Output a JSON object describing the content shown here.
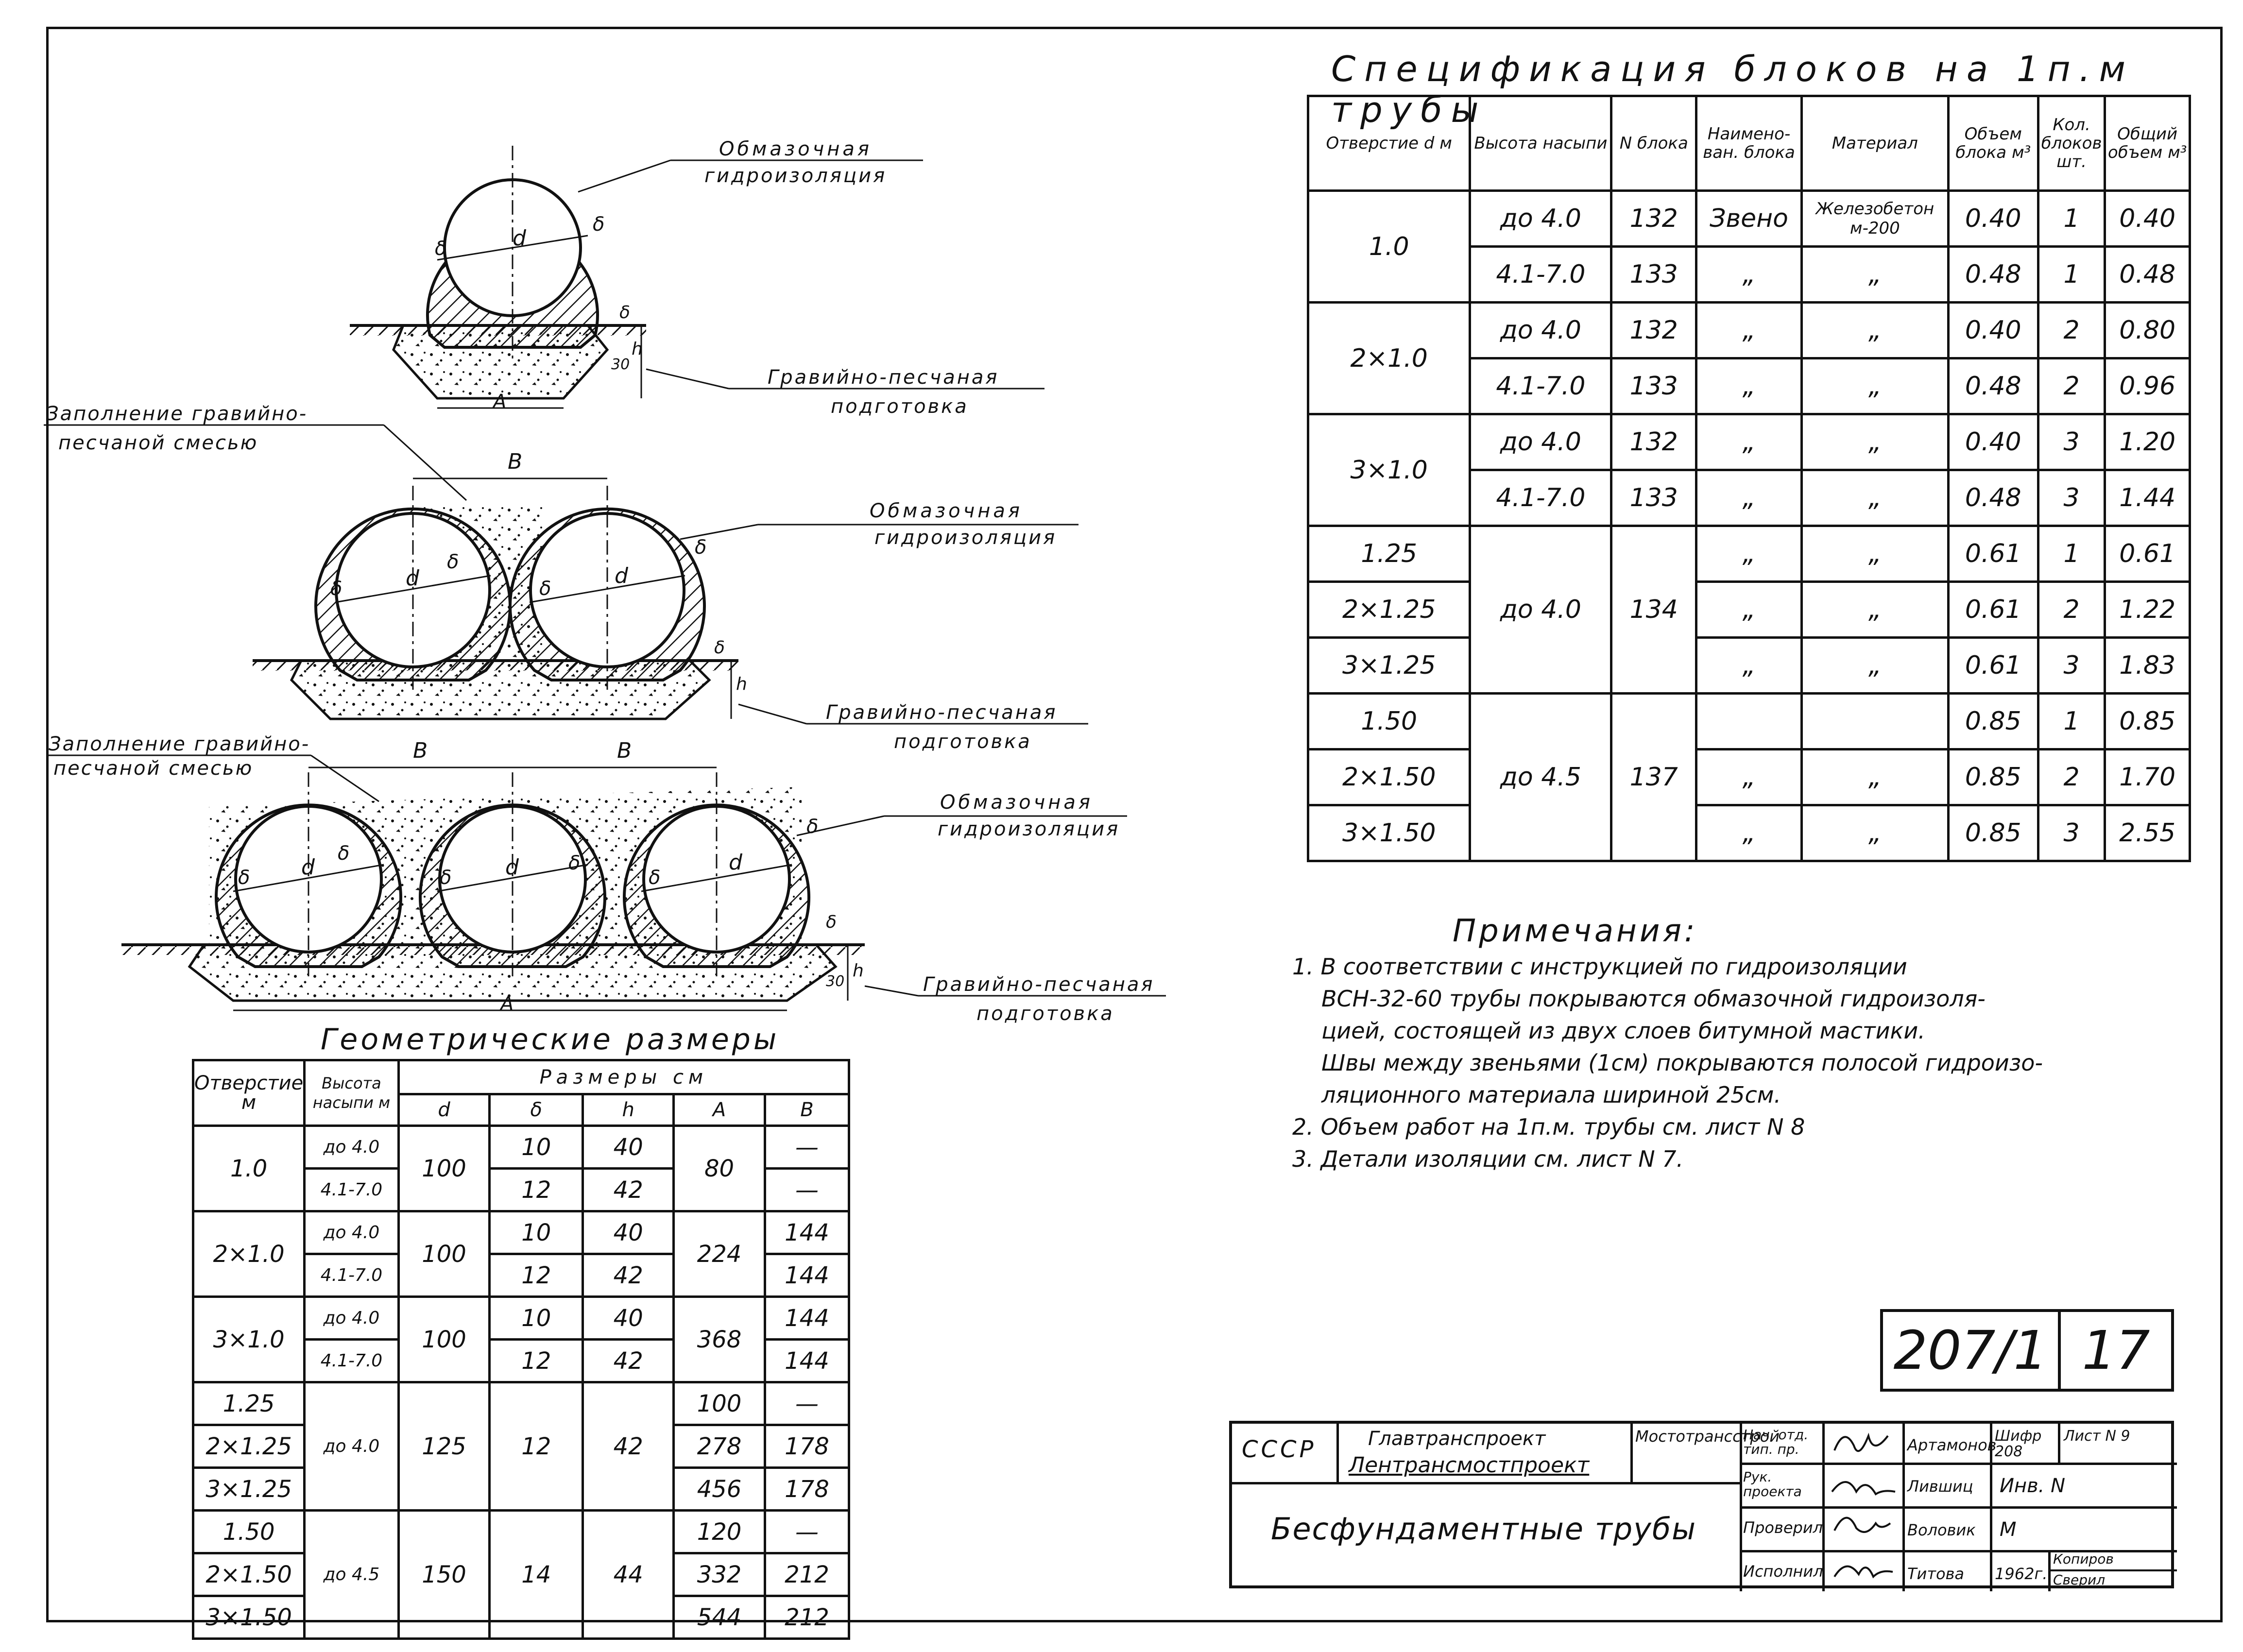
{
  "diagrams": {
    "single": {
      "coating_label": [
        "Обмазочная",
        "гидроизоляция"
      ],
      "bedding_label": [
        "Гравийно-песчаная",
        "подготовка"
      ],
      "dims": {
        "d": "d",
        "delta": "δ",
        "h": "h",
        "A": "A",
        "thirty": "30"
      }
    },
    "double": {
      "fill_label": [
        "Заполнение гравийно-",
        "песчаной смесью"
      ],
      "coating_label": [
        "Обмазочная",
        "гидроизоляция"
      ],
      "bedding_label": [
        "Гравийно-песчаная",
        "подготовка"
      ],
      "dims": {
        "B": "В",
        "d": "d",
        "delta": "δ",
        "h": "h"
      }
    },
    "triple": {
      "fill_label": [
        "Заполнение гравийно-",
        "песчаной смесью"
      ],
      "coating_label": [
        "Обмазочная",
        "гидроизоляция"
      ],
      "bedding_label": [
        "Гравийно-песчаная",
        "подготовка"
      ],
      "dims": {
        "B": "В",
        "d": "d",
        "delta": "δ",
        "h": "h",
        "A": "A",
        "thirty": "30"
      }
    }
  },
  "spec": {
    "title": "Спецификация блоков на 1п.м трубы",
    "headers": [
      "Отверстие d м",
      "Высота насыпи",
      "N блока",
      "Наимено-ван. блока",
      "Материал",
      "Объем блока м³",
      "Кол. блоков шт.",
      "Общий объем м³"
    ],
    "rows": [
      {
        "opening": "1.0",
        "height": "до 4.0",
        "block": "132",
        "name": "Звено",
        "material": "Железобетон м-200",
        "volume": "0.40",
        "count": "1",
        "total": "0.40"
      },
      {
        "opening": "",
        "height": "4.1-7.0",
        "block": "133",
        "name": "„",
        "material": "„",
        "volume": "0.48",
        "count": "1",
        "total": "0.48"
      },
      {
        "opening": "2×1.0",
        "height": "до 4.0",
        "block": "132",
        "name": "„",
        "material": "„",
        "volume": "0.40",
        "count": "2",
        "total": "0.80"
      },
      {
        "opening": "",
        "height": "4.1-7.0",
        "block": "133",
        "name": "„",
        "material": "„",
        "volume": "0.48",
        "count": "2",
        "total": "0.96"
      },
      {
        "opening": "3×1.0",
        "height": "до 4.0",
        "block": "132",
        "name": "„",
        "material": "„",
        "volume": "0.40",
        "count": "3",
        "total": "1.20"
      },
      {
        "opening": "",
        "height": "4.1-7.0",
        "block": "133",
        "name": "„",
        "material": "„",
        "volume": "0.48",
        "count": "3",
        "total": "1.44"
      },
      {
        "opening": "1.25",
        "height": "до 4.0",
        "block": "134",
        "name": "„",
        "material": "„",
        "volume": "0.61",
        "count": "1",
        "total": "0.61"
      },
      {
        "opening": "2×1.25",
        "height": "",
        "block": "",
        "name": "„",
        "material": "„",
        "volume": "0.61",
        "count": "2",
        "total": "1.22"
      },
      {
        "opening": "3×1.25",
        "height": "",
        "block": "",
        "name": "„",
        "material": "„",
        "volume": "0.61",
        "count": "3",
        "total": "1.83"
      },
      {
        "opening": "1.50",
        "height": "до 4.5",
        "block": "137",
        "name": "",
        "material": "",
        "volume": "0.85",
        "count": "1",
        "total": "0.85"
      },
      {
        "opening": "2×1.50",
        "height": "",
        "block": "",
        "name": "„",
        "material": "„",
        "volume": "0.85",
        "count": "2",
        "total": "1.70"
      },
      {
        "opening": "3×1.50",
        "height": "",
        "block": "",
        "name": "„",
        "material": "„",
        "volume": "0.85",
        "count": "3",
        "total": "2.55"
      }
    ]
  },
  "notes": {
    "title": "Примечания:",
    "items": [
      "1. В соответствии с инструкцией по гидроизоляции",
      "ВСН-32-60 трубы покрываются обмазочной гидроизоля-",
      "цией, состоящей из двух слоев битумной мастики.",
      "Швы между звеньями (1см) покрываются полосой гидроизо-",
      "ляционного материала шириной 25см.",
      "2. Объем работ на 1п.м. трубы см. лист N 8",
      "3. Детали изоляции см. лист N 7."
    ]
  },
  "geometry": {
    "title": "Геометрические размеры",
    "headers": {
      "opening": "Отверстие м",
      "height": "Высота насыпи м",
      "sizes": "Размеры см",
      "d": "d",
      "delta": "δ",
      "h": "h",
      "A": "A",
      "B": "В"
    },
    "rows": [
      {
        "opening": "1.0",
        "height": "до 4.0",
        "d": "100",
        "delta": "10",
        "h": "40",
        "A": "80",
        "B": "—"
      },
      {
        "opening": "",
        "height": "4.1-7.0",
        "d": "",
        "delta": "12",
        "h": "42",
        "A": "",
        "B": "—"
      },
      {
        "opening": "2×1.0",
        "height": "до 4.0",
        "d": "100",
        "delta": "10",
        "h": "40",
        "A": "224",
        "B": "144"
      },
      {
        "opening": "",
        "height": "4.1-7.0",
        "d": "",
        "delta": "12",
        "h": "42",
        "A": "",
        "B": "144"
      },
      {
        "opening": "3×1.0",
        "height": "до 4.0",
        "d": "100",
        "delta": "10",
        "h": "40",
        "A": "368",
        "B": "144"
      },
      {
        "opening": "",
        "height": "4.1-7.0",
        "d": "",
        "delta": "12",
        "h": "42",
        "A": "",
        "B": "144"
      },
      {
        "opening": "1.25",
        "height": "до 4.0",
        "d": "125",
        "delta": "12",
        "h": "42",
        "A": "100",
        "B": "—"
      },
      {
        "opening": "2×1.25",
        "height": "",
        "d": "",
        "delta": "",
        "h": "",
        "A": "278",
        "B": "178"
      },
      {
        "opening": "3×1.25",
        "height": "",
        "d": "",
        "delta": "",
        "h": "",
        "A": "456",
        "B": "178"
      },
      {
        "opening": "1.50",
        "height": "до 4.5",
        "d": "150",
        "delta": "14",
        "h": "44",
        "A": "120",
        "B": "—"
      },
      {
        "opening": "2×1.50",
        "height": "",
        "d": "",
        "delta": "",
        "h": "",
        "A": "332",
        "B": "212"
      },
      {
        "opening": "3×1.50",
        "height": "",
        "d": "",
        "delta": "",
        "h": "",
        "A": "544",
        "B": "212"
      }
    ]
  },
  "doc_number": {
    "series": "207/1",
    "sheet": "17"
  },
  "title_block": {
    "country": "СССР",
    "org1": "Главтранспроект",
    "org2": "Лентрансмостпроект",
    "dept": "Мостотрансстрой",
    "drawing_title": "Бесфундаментные трубы",
    "roles": [
      "Нач. отд. тип. пр.",
      "Рук. проекта",
      "Проверил",
      "Исполнил"
    ],
    "names": [
      "Артамонов",
      "Лившиц",
      "Воловик",
      "Титова"
    ],
    "shifr": "Шифр 208",
    "list": "Лист N 9",
    "inv": "Инв. N",
    "m": "М",
    "year": "1962г.",
    "copied": "Копиров",
    "checked": "Сверил"
  }
}
